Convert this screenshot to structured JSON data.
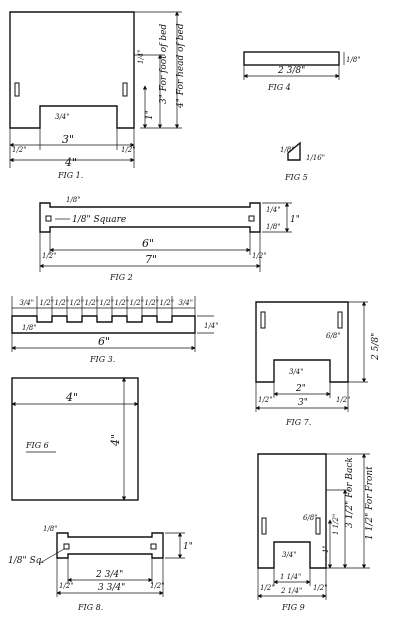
{
  "figures": [
    {
      "caption": "FIG 1.",
      "dims": {
        "width_total": "4\"",
        "width_inner": "3\"",
        "edge_left": "1/2\"",
        "edge_right": "1/2\"",
        "notch_depth": "3/4\"",
        "slot_w": "1/4\"",
        "slot_gap": "1\"",
        "foot_height": "3\" For foot of bed",
        "head_height": "4\" For head of bed"
      }
    },
    {
      "caption": "FIG 4",
      "dims": {
        "length": "2 3/8\"",
        "thickness": "1/8\""
      }
    },
    {
      "caption": "FIG 5",
      "dims": {
        "a": "1/8\"",
        "b": "1/16\""
      }
    },
    {
      "caption": "FIG 2",
      "dims": {
        "tenon": "1/8\"",
        "square_note": "1/8\" Square",
        "inner": "6\"",
        "total": "7\"",
        "end_left": "1/2\"",
        "end_right": "1/2\"",
        "height": "1\"",
        "r1": "1/4\"",
        "r2": "1/8\""
      }
    },
    {
      "caption": "FIG 3.",
      "dims": {
        "segments": [
          "3/4\"",
          "1/2\"",
          "1/2\"",
          "1/2\"",
          "1/2\"",
          "1/2\"",
          "1/2\"",
          "1/2\"",
          "1/2\"",
          "1/2\"",
          "3/4\""
        ],
        "notch": "1/8\"",
        "total": "6\"",
        "height": "1/4\""
      }
    },
    {
      "caption": "FIG 7.",
      "dims": {
        "inner": "2\"",
        "total": "3\"",
        "edge_left": "1/2\"",
        "edge_right": "1/2\"",
        "notch": "3/4\"",
        "slot": "6/8\"",
        "height": "2 5/8\""
      }
    },
    {
      "caption": "FIG 6",
      "dims": {
        "width": "4\"",
        "height": "4\""
      }
    },
    {
      "caption": "FIG 8.",
      "dims": {
        "tenon": "1/8\"",
        "sq": "1/8\" Sq.",
        "inner": "2 3/4\"",
        "total": "3 3/4\"",
        "edge_left": "1/2\"",
        "edge_right": "1/2\"",
        "height": "1\""
      }
    },
    {
      "caption": "FIG 9",
      "dims": {
        "inner": "1 1/4\"",
        "total": "2 1/4\"",
        "edge_left": "1/2\"",
        "edge_right": "1/2\"",
        "notch": "3/4\"",
        "slot": "6/8\"",
        "mid": "1 1/2\"",
        "low": "1\"",
        "back": "3 1/2\" For Back",
        "front": "1 1/2\" For Front"
      }
    }
  ]
}
